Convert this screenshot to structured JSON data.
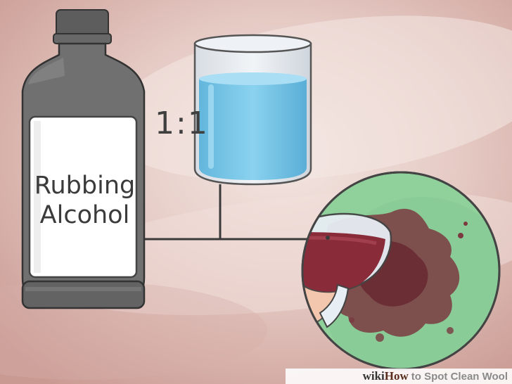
{
  "illustration": {
    "bottle_label": {
      "line1": "Rubbing",
      "line2": "Alcohol"
    },
    "ratio": "1:1",
    "colors": {
      "background": "#e3c7c1",
      "bottle": "#6d6d6d",
      "water": "#7cc8e8",
      "wine": "#8a2b3a",
      "stain": "#7a3a3e",
      "wool": "#8ccf98"
    }
  },
  "watermark": {
    "wiki": "wiki",
    "how": "How",
    "title": "to Spot Clean Wool"
  }
}
